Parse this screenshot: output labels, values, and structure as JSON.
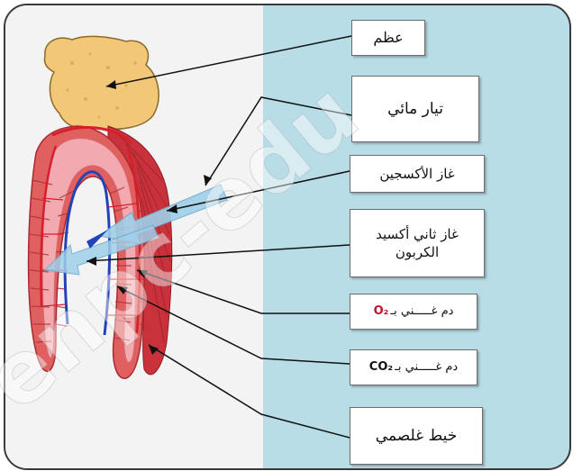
{
  "labels": {
    "bone": "عظم",
    "water_current": "تيار مائي",
    "oxygen_gas": "غاز الأكسجين",
    "co2_gas_line1": "غاز ثاني أكسيد",
    "co2_gas_line2": "الكربون",
    "blood_rich_o2_text": "دم غـــــني بـ",
    "blood_rich_o2_formula": "O₂",
    "blood_rich_co2_text": "دم غـــــني بـ",
    "blood_rich_co2_formula": "CO₂",
    "gill_filament": "خيط غلصمي"
  },
  "watermark": "enpc-edu",
  "colors": {
    "panel_blue": "#b9dde6",
    "panel_left": "#f3f3f3",
    "bone": "#f2c777",
    "filament_red": "#e0605f",
    "filament_pink": "#f3a9b0",
    "vessel_red": "#d81e2b",
    "vessel_blue": "#2442b8",
    "arrow_light_blue": "#9fd0ea",
    "o2_text": "#c2142b"
  }
}
